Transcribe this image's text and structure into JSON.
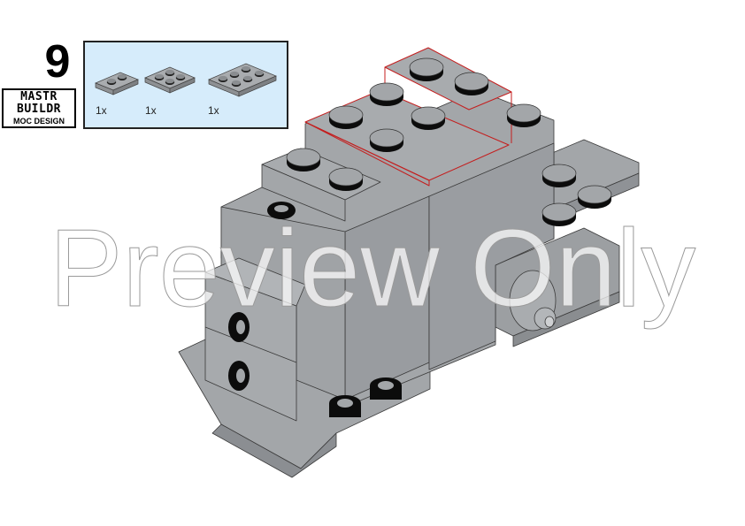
{
  "step": {
    "number": "9"
  },
  "logo": {
    "line1": "MASTR",
    "line2": "BUILDR",
    "line3": "MOC DESIGN"
  },
  "parts_list": {
    "background": "#d6ecfb",
    "items": [
      {
        "part": "plate-1x2",
        "studs": 2,
        "color": "light-bluish-gray",
        "quantity": "1x"
      },
      {
        "part": "plate-2x2",
        "studs": 4,
        "color": "light-bluish-gray",
        "quantity": "1x"
      },
      {
        "part": "plate-2x3",
        "studs": 6,
        "color": "light-bluish-gray",
        "quantity": "1x"
      }
    ]
  },
  "model": {
    "brick_color": "#a3a6a9",
    "highlight_outline_color": "#d42020",
    "stud_color": "#111111"
  },
  "watermark": {
    "text": "Preview Only"
  }
}
